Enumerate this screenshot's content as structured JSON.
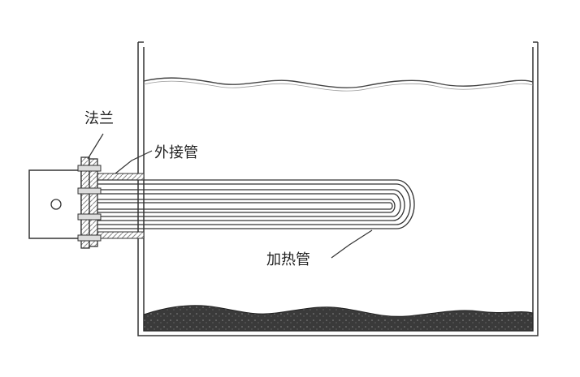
{
  "labels": {
    "flange": "法兰",
    "outer_pipe": "外接管",
    "heating_tube": "加热管"
  },
  "colors": {
    "line": "#333333",
    "sediment": "#3a3a3a",
    "pipe_fill": "#e6e6e6"
  }
}
